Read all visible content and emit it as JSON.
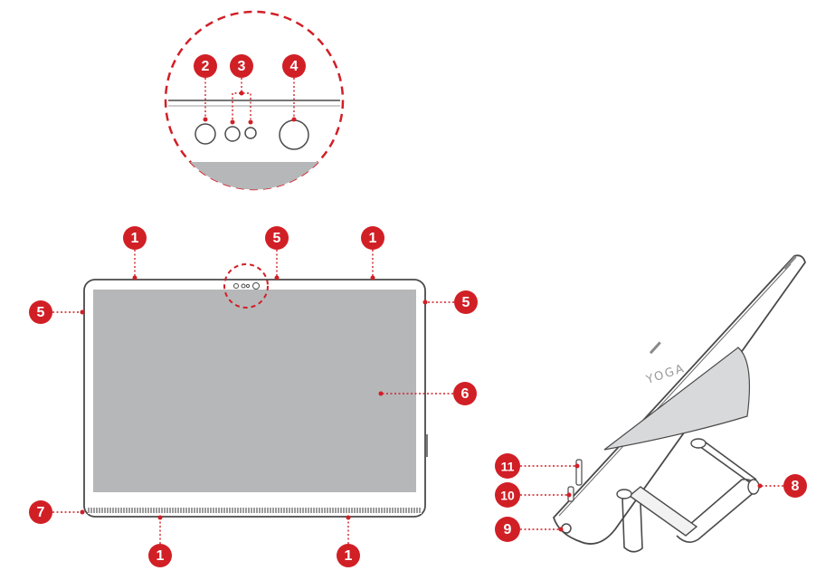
{
  "colors": {
    "accent": "#d11f26",
    "outline": "#4a4a4a",
    "screen": "#b6b7b9",
    "stand": "#f2f2f2"
  },
  "brand_label": "YOGA",
  "callouts": [
    "1",
    "2",
    "3",
    "4",
    "5",
    "6",
    "7",
    "8",
    "9",
    "10",
    "11"
  ]
}
